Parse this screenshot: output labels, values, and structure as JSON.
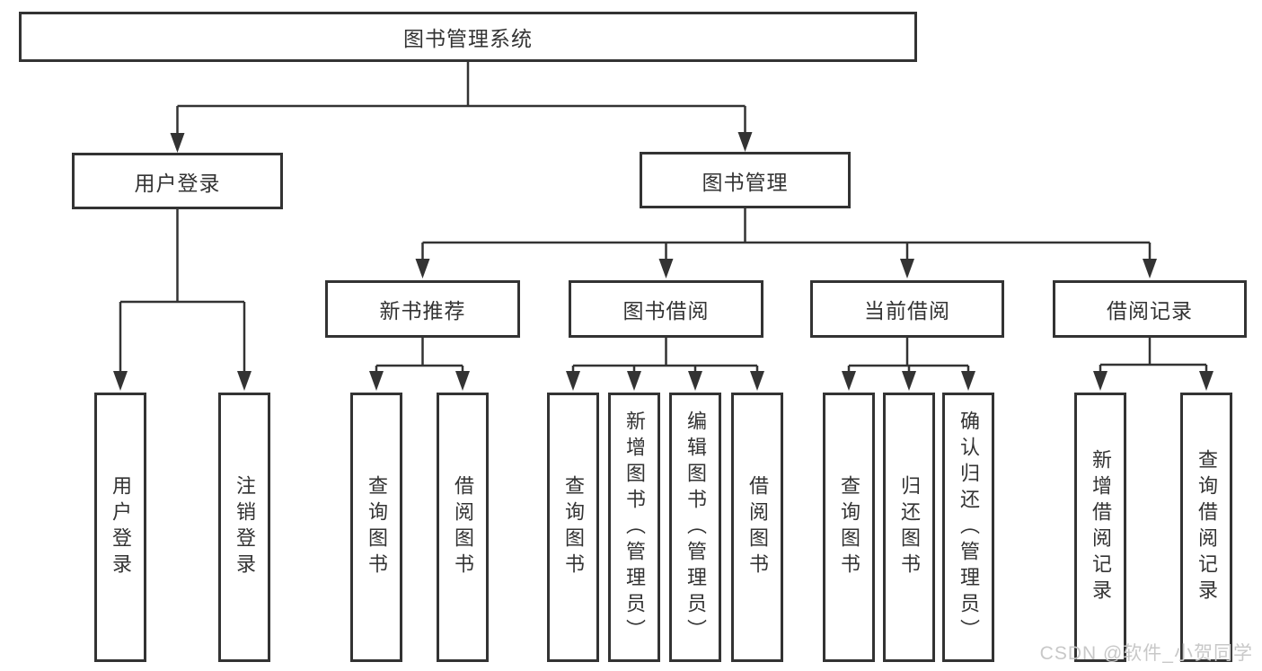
{
  "diagram": {
    "root": {
      "label": "图书管理系统"
    },
    "branches": [
      {
        "label": "用户登录",
        "children": [
          {
            "label": "用户登录"
          },
          {
            "label": "注销登录"
          }
        ]
      },
      {
        "label": "图书管理",
        "children": [
          {
            "label": "新书推荐",
            "children": [
              {
                "label": "查询图书"
              },
              {
                "label": "借阅图书"
              }
            ]
          },
          {
            "label": "图书借阅",
            "children": [
              {
                "label": "查询图书"
              },
              {
                "label": "新增图书（管理员）"
              },
              {
                "label": "编辑图书（管理员）"
              },
              {
                "label": "借阅图书"
              }
            ]
          },
          {
            "label": "当前借阅",
            "children": [
              {
                "label": "查询图书"
              },
              {
                "label": "归还图书"
              },
              {
                "label": "确认归还（管理员）"
              }
            ]
          },
          {
            "label": "借阅记录",
            "children": [
              {
                "label": "新增借阅记录"
              },
              {
                "label": "查询借阅记录"
              }
            ]
          }
        ]
      }
    ]
  },
  "watermark": {
    "text": "CSDN @软件_小贺同学"
  },
  "colors": {
    "line": "#333333",
    "text": "#333333",
    "box_background": "#ffffff",
    "watermark": "#c8c8c8"
  }
}
